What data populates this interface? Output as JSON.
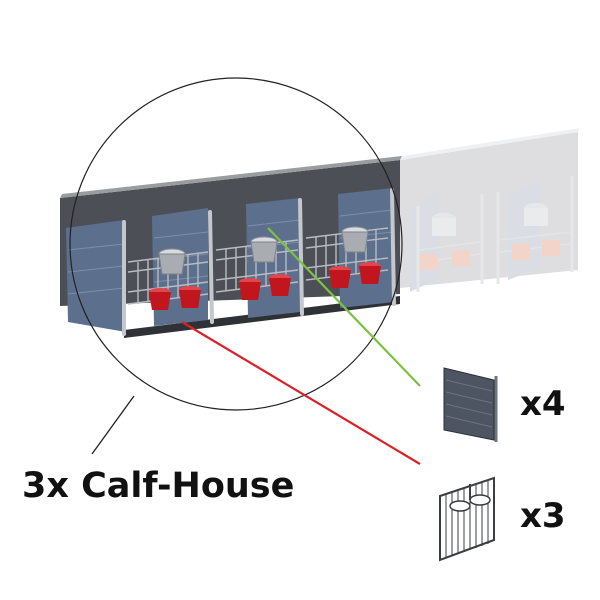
{
  "labels": {
    "main": "3x Calf-House",
    "side_panel_qty": "x4",
    "front_gate_qty": "x3"
  },
  "colors": {
    "background": "#ffffff",
    "back_wall": "#4c4f55",
    "side_panel": "#5c6f8c",
    "frame": "#b8bcc2",
    "bucket_red": "#c2161e",
    "bucket_steel": "#a9adb2",
    "green_line": "#7cc242",
    "red_line": "#d8232a",
    "text": "#111111"
  },
  "icons": [
    "side-panel-icon",
    "front-gate-icon"
  ]
}
